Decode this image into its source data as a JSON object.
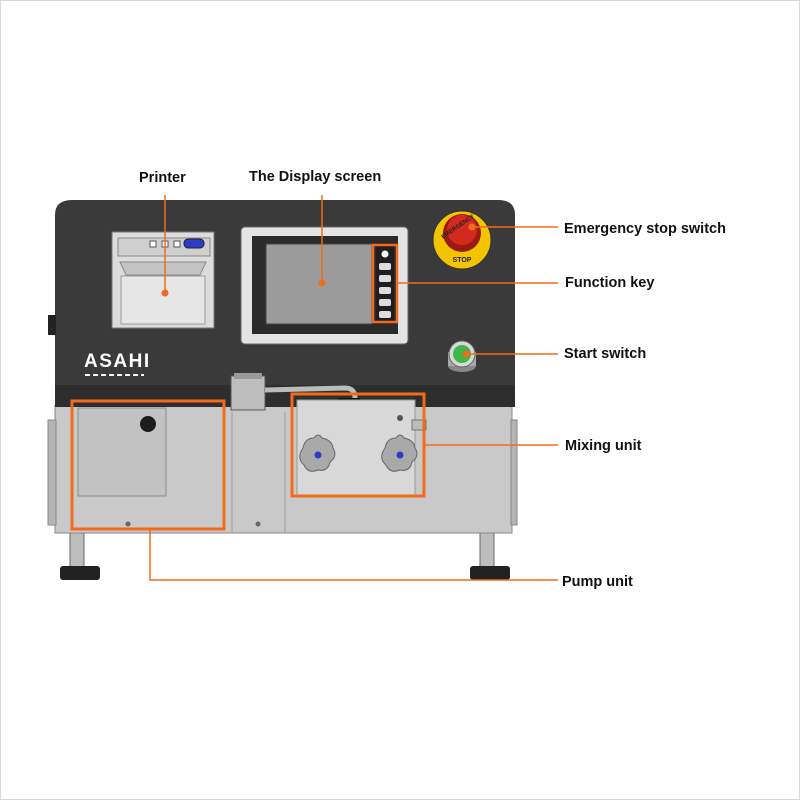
{
  "labels": {
    "printer": "Printer",
    "display": "The Display screen",
    "emergency": "Emergency stop switch",
    "function_key": "Function key",
    "start": "Start switch",
    "mixing": "Mixing unit",
    "pump": "Pump unit"
  },
  "machine": {
    "brand": "ASAHI",
    "estop_text_top": "EMERGENCY",
    "estop_text_bottom": "STOP"
  },
  "colors": {
    "accent": "#f26b1d",
    "body_dark": "#3a3a3a",
    "body_light": "#c8c8c8",
    "estop_red": "#d42a1e",
    "estop_yellow": "#f5c400",
    "start_green": "#3fb64a"
  }
}
